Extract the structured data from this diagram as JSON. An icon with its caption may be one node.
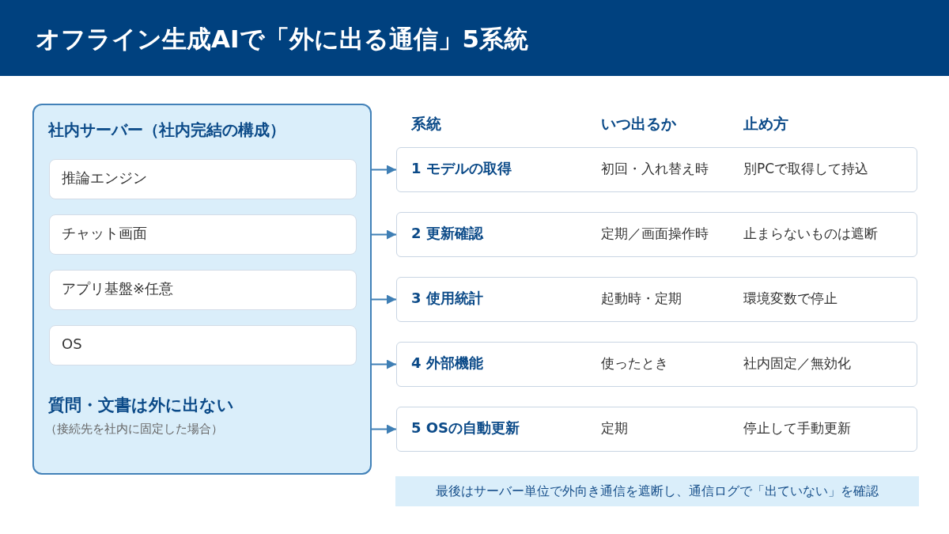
{
  "diagram": {
    "title": "オフライン生成AIで「外に出る通信」5系統",
    "nodes": [
      {
        "text": [
          "社内サーバー（社内完結の構成）",
          "質問・文書は外に出ない",
          "（接続先を社内に固定した場合）"
        ]
      },
      {
        "text": [
          "推論エンジン"
        ],
        "in": 0
      },
      {
        "text": [
          "チャット画面"
        ],
        "in": 0
      },
      {
        "text": [
          "アプリ基盤※任意"
        ],
        "in": 0
      },
      {
        "text": [
          "OS"
        ],
        "in": 0
      },
      {
        "text": [
          "1 モデルの取得",
          "初回・入れ替え時",
          "別PCで取得して持込"
        ]
      },
      {
        "text": [
          "2 更新確認",
          "定期／画面操作時",
          "止まらないものは遮断"
        ]
      },
      {
        "text": [
          "3 使用統計",
          "起動時・定期",
          "環境変数で停止"
        ]
      },
      {
        "text": [
          "4 外部機能",
          "使ったとき",
          "社内固定／無効化"
        ]
      },
      {
        "text": [
          "5 OSの自動更新",
          "定期",
          "停止して手動更新"
        ]
      },
      {
        "text": [
          "最後はサーバー単位で外向き通信を遮断し、通信ログで「出ていない」を確認"
        ]
      }
    ],
    "edges": [
      {
        "from": 0,
        "to": 5,
        "arrow": "to"
      },
      {
        "from": 0,
        "to": 6,
        "arrow": "to"
      },
      {
        "from": 0,
        "to": 7,
        "arrow": "to"
      },
      {
        "from": 0,
        "to": 8,
        "arrow": "to"
      },
      {
        "from": 0,
        "to": 9,
        "arrow": "to"
      }
    ],
    "labels": [
      "系統",
      "いつ出るか",
      "止め方"
    ]
  }
}
